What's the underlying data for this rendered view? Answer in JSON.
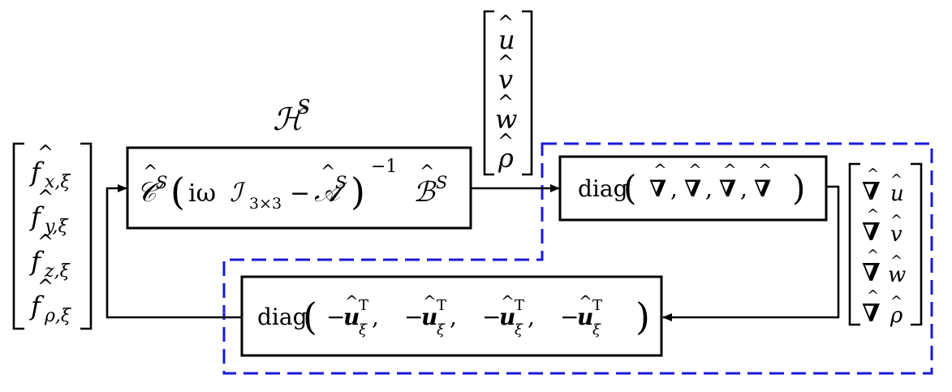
{
  "plant_label": "ℋ",
  "plant_label_sup": "S",
  "forcing_vector": [
    {
      "base": "f",
      "sub": "x,ξ"
    },
    {
      "base": "f",
      "sub": "y,ξ"
    },
    {
      "base": "f",
      "sub": "z,ξ"
    },
    {
      "base": "f",
      "sub": "ρ,ξ"
    }
  ],
  "state_vector": [
    "u",
    "v",
    "w",
    "ρ"
  ],
  "gradient_vector": [
    "u",
    "v",
    "w",
    "ρ"
  ],
  "resolvent_block": {
    "C": "𝒞",
    "C_sup": "S",
    "open": "(",
    "i_omega": "iω",
    "I": "ℐ",
    "I_sub": "3×3",
    "minus": "−",
    "A": "𝒜",
    "A_sup": "S",
    "close": ")",
    "exp": "−1",
    "B": "ℬ",
    "B_sup": "S"
  },
  "gradient_block": {
    "prefix": "diag",
    "open": "(",
    "symbol": "∇",
    "separator": ", ",
    "count": 4,
    "close": ")"
  },
  "feedback_block": {
    "prefix": "diag",
    "open": "(",
    "minus": "−",
    "symbol": "u",
    "sub": "ξ",
    "sup": "T",
    "separator": ", ",
    "count": 4,
    "close": ")"
  },
  "colors": {
    "dashed_border": "#1a1ad8",
    "lines": "#000000"
  }
}
